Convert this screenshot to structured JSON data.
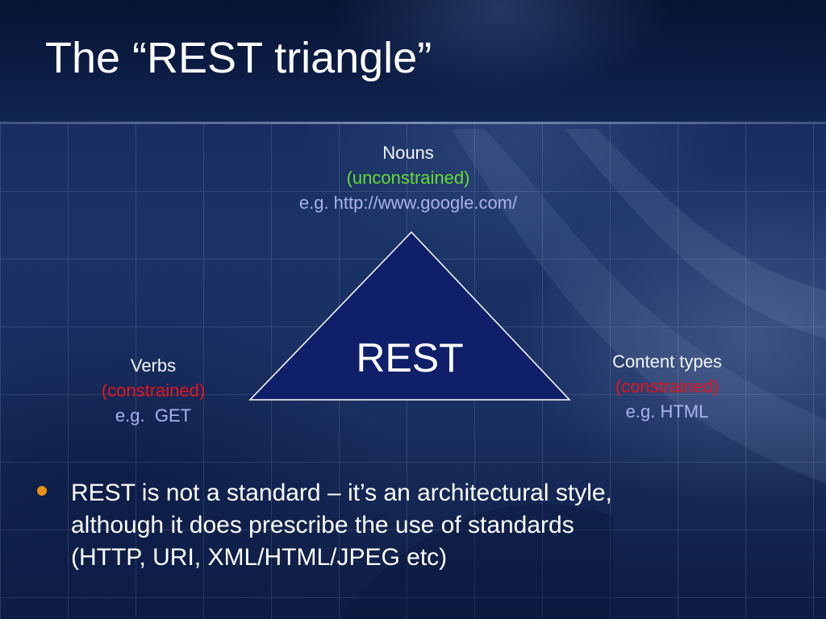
{
  "slide": {
    "title": "The “REST triangle”",
    "colors": {
      "background": "#1a3266",
      "triangle_fill": "#0f1f6a",
      "triangle_stroke": "#ffffff",
      "unconstrained": "#66dd33",
      "constrained": "#e6141c",
      "example": "#aab2ee",
      "bullet": "#e8920d"
    }
  },
  "triangle": {
    "center_label": "REST",
    "top": {
      "name": "Nouns",
      "constraint": "(unconstrained)",
      "example": "e.g. http://www.google.com/"
    },
    "left": {
      "name": "Verbs",
      "constraint": "(constrained)",
      "example": "e.g.  GET"
    },
    "right": {
      "name": "Content types",
      "constraint": "(constrained)",
      "example": "e.g. HTML"
    }
  },
  "bullets": [
    {
      "lines": [
        "REST is not a standard – it’s an architectural style,",
        "although it does prescribe the use of standards",
        "(HTTP, URI, XML/HTML/JPEG etc)"
      ]
    }
  ]
}
